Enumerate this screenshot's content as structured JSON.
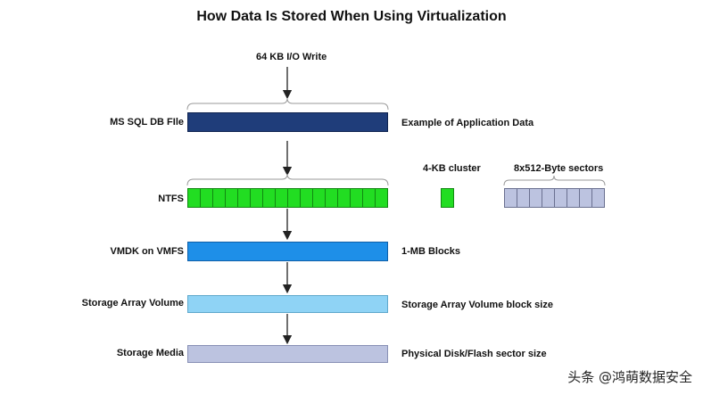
{
  "title": "How Data Is Stored When Using Virtualization",
  "io_write_label": "64 KB I/O Write",
  "layers": [
    {
      "left_label": "MS SQL DB FIle",
      "right_label": "Example of Application Data",
      "color": "#1f3d7a",
      "border": "#0f2450"
    },
    {
      "left_label": "NTFS",
      "right_label": "",
      "color": "#22dd22",
      "border": "#118811"
    },
    {
      "left_label": "VMDK on VMFS",
      "right_label": "1-MB Blocks",
      "color": "#1e8fe8",
      "border": "#0f5fa8"
    },
    {
      "left_label": "Storage Array Volume",
      "right_label": "Storage Array Volume block size",
      "color": "#8fd3f5",
      "border": "#5fa8cc"
    },
    {
      "left_label": "Storage Media",
      "right_label": "Physical Disk/Flash sector size",
      "color": "#bcc3e0",
      "border": "#8890b5"
    }
  ],
  "ntfs_cluster_count": 16,
  "legend": {
    "cluster_label": "4-KB cluster",
    "sectors_label": "8x512-Byte sectors",
    "sector_count": 8,
    "cluster_color": "#22dd22",
    "sector_color": "#bcc3e0"
  },
  "watermark": "头条 @鸿萌数据安全"
}
